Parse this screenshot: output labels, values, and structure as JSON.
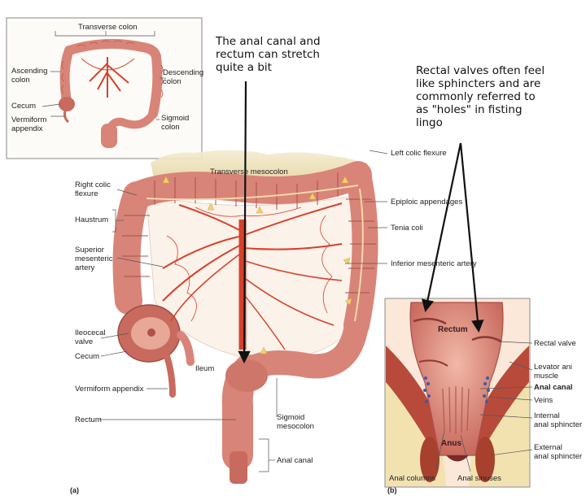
{
  "inset_labels": {
    "transverse_colon": "Transverse colon",
    "ascending_colon": [
      "Ascending",
      "colon"
    ],
    "descending_colon": [
      "Descending",
      "colon"
    ],
    "cecum": "Cecum",
    "vermiform_appendix": [
      "Vermiform",
      "appendix"
    ],
    "sigmoid_colon": [
      "Sigmoid",
      "colon"
    ]
  },
  "main_labels": {
    "left_colic_flexure": "Left colic flexure",
    "transverse_mesocolon": "Transverse mesocolon",
    "right_colic_flexure": [
      "Right colic",
      "flexure"
    ],
    "epiploic_appendages": "Epiploic appendages",
    "haustrum": "Haustrum",
    "tenia_coli": "Tenia coli",
    "superior_mesenteric_artery": [
      "Superior",
      "mesenteric",
      "artery"
    ],
    "inferior_mesenteric_artery": "Inferior mesenteric artery",
    "ileocecal_valve": [
      "Ileocecal",
      "valve"
    ],
    "cecum": "Cecum",
    "ileum": "Ileum",
    "vermiform_appendix": "Vermiform appendix",
    "rectum": "Rectum",
    "sigmoid_mesocolon": [
      "Sigmoid",
      "mesocolon"
    ],
    "anal_canal": "Anal canal"
  },
  "panel_b_labels": {
    "rectum_inner": "Rectum",
    "anus_inner": "Anus",
    "rectal_valve": "Rectal valve",
    "levator_ani_muscle": [
      "Levator ani",
      "muscle"
    ],
    "anal_canal": "Anal canal",
    "veins": "Veins",
    "internal_anal_sphincter": [
      "Internal",
      "anal sphincter"
    ],
    "external_anal_sphincter": [
      "External",
      "anal sphincter"
    ],
    "anal_columns": "Anal columns",
    "anal_sinuses": "Anal sinuses"
  },
  "panel_letters": {
    "a": "(a)",
    "b": "(b)"
  },
  "annotations": {
    "stretch_note": [
      "The  anal canal and",
      "rectum can stretch",
      "quite a bit"
    ],
    "valves_note": [
      "Rectal valves often feel",
      "like sphincters and are",
      "commonly referred to",
      "as \"holes\" in fisting",
      "lingo"
    ]
  },
  "colors": {
    "colon_tissue": "#d98478",
    "colon_dark": "#b85a52",
    "artery": "#d8402a",
    "fat": "#e8d9a8",
    "vessel_yellow": "#f0d070",
    "arrow": "#111111"
  }
}
